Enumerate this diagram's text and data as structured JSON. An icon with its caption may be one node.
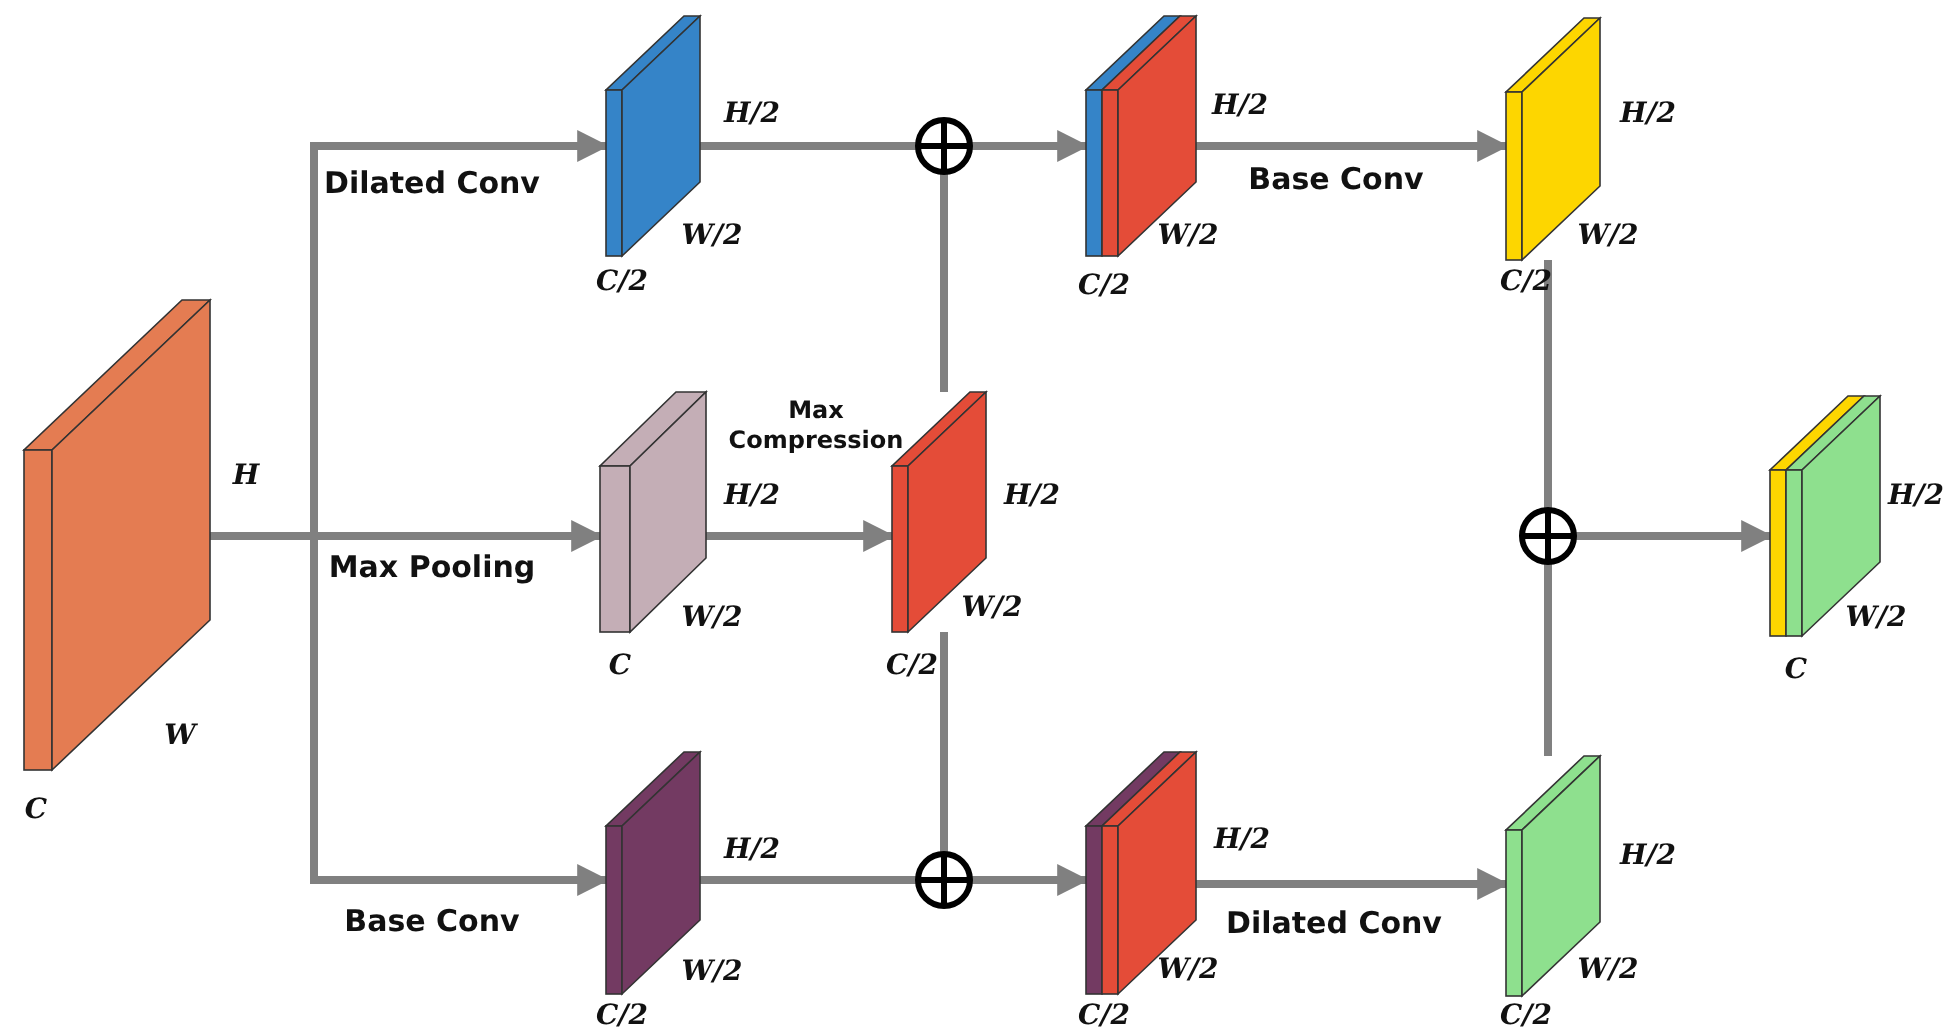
{
  "diagram": {
    "nodes": [
      {
        "text": [],
        "shape": "box",
        "beside": [
          "H",
          "W",
          "C"
        ]
      },
      {
        "text": [],
        "shape": "box",
        "beside": [
          "H/2",
          "W/2",
          "C/2"
        ]
      },
      {
        "text": [],
        "shape": "box",
        "beside": [
          "H/2",
          "W/2",
          "C"
        ]
      },
      {
        "text": [],
        "shape": "box",
        "beside": [
          "H/2",
          "W/2",
          "C/2"
        ]
      },
      {
        "text": [],
        "shape": "box",
        "beside": [
          "H/2",
          "W/2",
          "C/2"
        ]
      },
      {
        "text": [],
        "shape": "circle"
      },
      {
        "text": [],
        "shape": "circle"
      },
      {
        "text": [],
        "shape": "box",
        "beside": [
          "H/2",
          "W/2",
          "C/2"
        ]
      },
      {
        "text": [],
        "shape": "box",
        "beside": [
          "H/2",
          "W/2",
          "C/2"
        ]
      },
      {
        "text": [],
        "shape": "box",
        "beside": [
          "H/2",
          "W/2",
          "C/2"
        ]
      },
      {
        "text": [],
        "shape": "box",
        "beside": [
          "H/2",
          "W/2",
          "C/2"
        ]
      },
      {
        "text": [],
        "shape": "circle"
      },
      {
        "text": [],
        "shape": "box",
        "beside": [
          "H/2",
          "W/2",
          "C"
        ]
      }
    ],
    "edges": [
      {
        "from": 0,
        "to": 1,
        "arrow": "to",
        "label": "Dilated Conv"
      },
      {
        "from": 0,
        "to": 2,
        "arrow": "to",
        "label": "Max Pooling"
      },
      {
        "from": 0,
        "to": 3,
        "arrow": "to",
        "label": "Base Conv"
      },
      {
        "from": 2,
        "to": 4,
        "arrow": "to",
        "label": "Max Compression"
      },
      {
        "from": 1,
        "to": 5,
        "arrow": "none"
      },
      {
        "from": 4,
        "to": 5,
        "arrow": "none"
      },
      {
        "from": 5,
        "to": 7,
        "arrow": "to"
      },
      {
        "from": 3,
        "to": 6,
        "arrow": "none"
      },
      {
        "from": 4,
        "to": 6,
        "arrow": "none"
      },
      {
        "from": 6,
        "to": 8,
        "arrow": "to"
      },
      {
        "from": 7,
        "to": 9,
        "arrow": "to",
        "label": "Base Conv"
      },
      {
        "from": 8,
        "to": 10,
        "arrow": "to",
        "label": "Dilated Conv"
      },
      {
        "from": 9,
        "to": 11,
        "arrow": "none"
      },
      {
        "from": 10,
        "to": 11,
        "arrow": "none"
      },
      {
        "from": 11,
        "to": 12,
        "arrow": "to"
      }
    ]
  }
}
